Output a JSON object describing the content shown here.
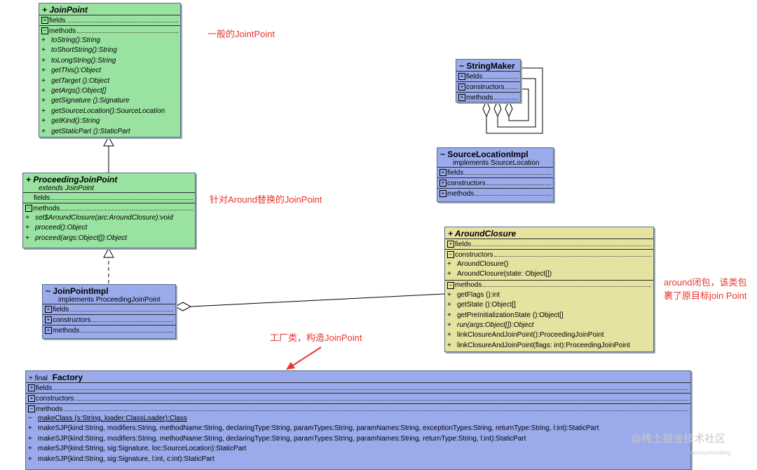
{
  "joinpoint": {
    "title": "+  JoinPoint",
    "fields": "fields",
    "methods": "methods",
    "items": [
      "toString():String",
      "toShortString():String",
      "toLongString():String",
      "getThis():Object",
      "getTarget ():Object",
      "getArgs():Object[]",
      "getSignature ():Signature",
      "getSourceLocation():SourceLocation",
      "getKind():String",
      "getStaticPart ():StaticPart"
    ]
  },
  "pjp": {
    "title": "+  ProceedingJoinPoint",
    "extends": "extends  JoinPoint",
    "fields": "fields",
    "methods": "methods",
    "items": [
      "set$AroundClosure(arc:AroundClosure):void",
      "proceed():Object",
      "proceed(args:Object[]):Object"
    ]
  },
  "jpimpl": {
    "title": "~ JoinPointImpl",
    "implements": "implements  ProceedingJoinPoint",
    "fields": "fields",
    "constructors": "constructors",
    "methods": "methods"
  },
  "stringmaker": {
    "title": "~ StringMaker",
    "fields": "fields",
    "constructors": "constructors",
    "methods": "methods"
  },
  "sourceloc": {
    "title": "~ SourceLocationImpl",
    "implements": "implements  SourceLocation",
    "fields": "fields",
    "constructors": "constructors",
    "methods": "methods"
  },
  "aroundclosure": {
    "title": "+  AroundClosure",
    "fields": "fields",
    "constructors": "constructors",
    "ctor_items": [
      "AroundClosure()",
      "AroundClosure(state: Object[])"
    ],
    "methods": "methods",
    "items": [
      "getFlags ():int",
      "getState ():Object[]",
      "getPreInitializationState  ():Object[]",
      "run(args:Object[]):Object",
      "linkClosureAndJoinPoint():ProceedingJoinPoint",
      "linkClosureAndJoinPoint(flags: int):ProceedingJoinPoint"
    ]
  },
  "factory": {
    "title_prefix": "+ final",
    "title": "Factory",
    "fields": "fields",
    "constructors": "constructors",
    "methods": "methods",
    "items": [
      "makeClass (s:String, loader:ClassLoader):Class",
      "makeSJP(kind:String, modifiers:String, methodName:String, declaringType:String, paramTypes:String, paramNames:String, exceptionTypes:String, returnType:String, l:int):StaticPart",
      "makeSJP(kind:String, modifiers:String, methodName:String, declaringType:String, paramTypes:String, paramNames:String, returnType:String, l:int):StaticPart",
      "makeSJP(kind:String, sig:Signature, loc:SourceLocation):StaticPart",
      "makeSJP(kind:String, sig:Signature, l:int, c:int):StaticPart"
    ]
  },
  "notes": {
    "n1": "一般的JointPoint",
    "n2": "针对Around替换的JoinPoint",
    "n3": "around闭包，该类包裹了原目标join Point",
    "n4": "工厂类，构造JoinPoint"
  },
  "watermark": "@稀土掘金技术社区",
  "watermark_url": "net/wushimaling"
}
